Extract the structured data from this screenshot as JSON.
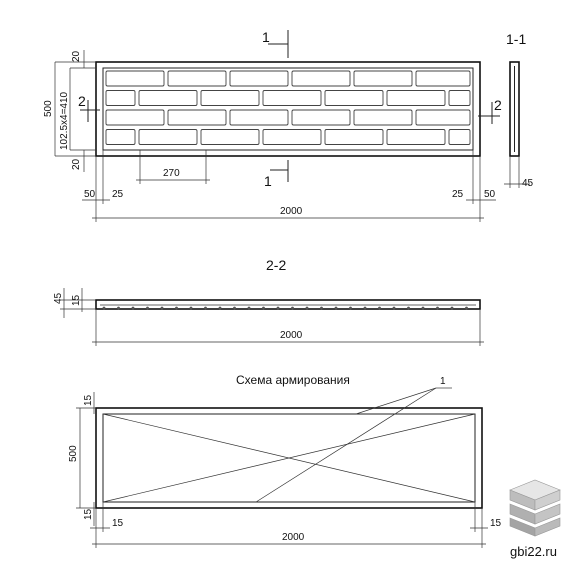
{
  "drawing": {
    "section_mark_1": "1",
    "section_mark_2": "2",
    "section_1_1_title": "1-1",
    "section_2_2_title": "2-2",
    "reinforcement_title": "Схема армирования",
    "callout_1": "1",
    "dims_top": {
      "height": "500",
      "inner_height": "102.5x4=410",
      "edge_top": "20",
      "edge_bottom": "20",
      "brick": "270",
      "left_offset_50": "50",
      "left_offset_25": "25",
      "right_offset_25": "25",
      "right_offset_50": "50",
      "length": "2000",
      "thickness": "45"
    },
    "dims_mid": {
      "thickness": "45",
      "face": "15",
      "length": "2000"
    },
    "dims_bottom": {
      "edge_top": "15",
      "height": "500",
      "edge_bottom": "15",
      "left_cover": "15",
      "right_cover": "15",
      "length": "2000"
    }
  },
  "watermark": {
    "site": "gbi22.ru",
    "logo_icon": "stacked-slabs-icon"
  }
}
